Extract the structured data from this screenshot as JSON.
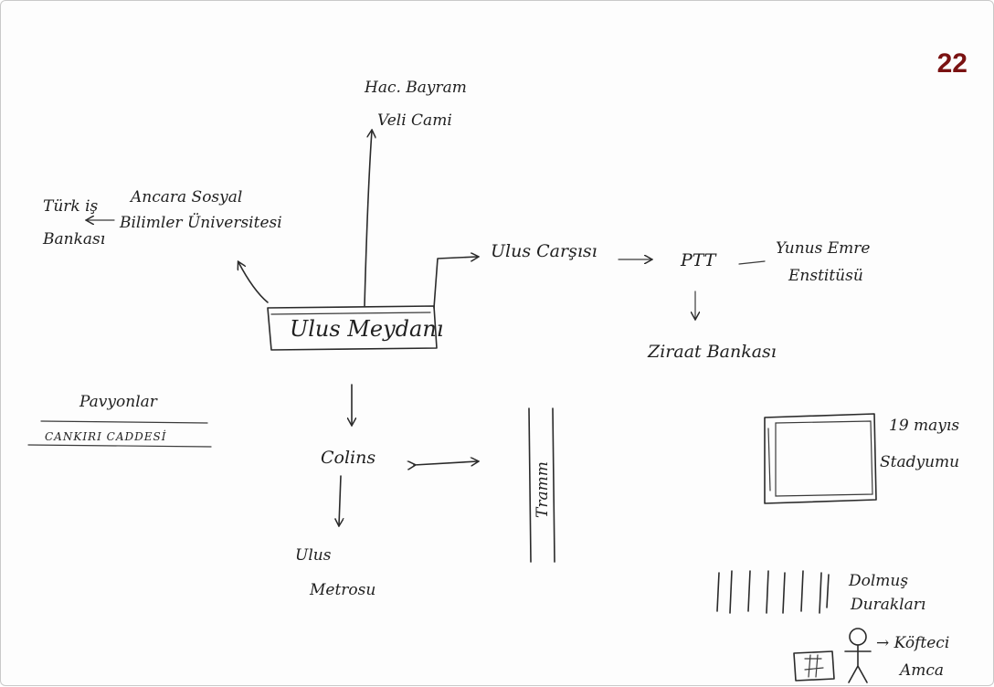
{
  "page_number": "22",
  "nodes": {
    "ulus_meydani": "Ulus Meydanı",
    "haci_bayram_line1": "Hac. Bayram",
    "haci_bayram_line2": "Veli Cami",
    "ankara_sosyal_line1": "Ancara Sosyal",
    "ankara_sosyal_line2": "Bilimler Üniversitesi",
    "turk_is_line1": "Türk iş",
    "turk_is_line2": "Bankası",
    "ulus_carsisi": "Ulus Carşısı",
    "ptt": "PTT",
    "yunus_emre_line1": "Yunus Emre",
    "yunus_emre_line2": "Enstitüsü",
    "ziraat_bankasi": "Ziraat Bankası",
    "pavyonlar": "Pavyonlar",
    "cankiri_caddesi": "CANKIRI CADDESİ",
    "colins": "Colins",
    "ulus_metrosu_line1": "Ulus",
    "ulus_metrosu_line2": "Metrosu",
    "tram": "Tramm",
    "stadyum_line1": "19 mayıs",
    "stadyum_line2": "Stadyumu",
    "dolmus_line1": "Dolmuş",
    "dolmus_line2": "Durakları",
    "kofteci_line1": "→ Köfteci",
    "kofteci_line2": "Amca"
  }
}
